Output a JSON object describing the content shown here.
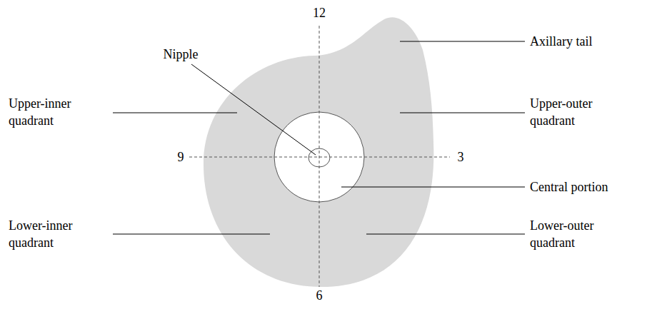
{
  "diagram": {
    "labels": [
      "12",
      "Nipple",
      "Axillary tail",
      "Upper-inner quadrant",
      "Upper-outer quadrant",
      "9",
      "3",
      "Central portion",
      "Lower-inner quadrant",
      "Lower-outer quadrant",
      "6"
    ]
  }
}
